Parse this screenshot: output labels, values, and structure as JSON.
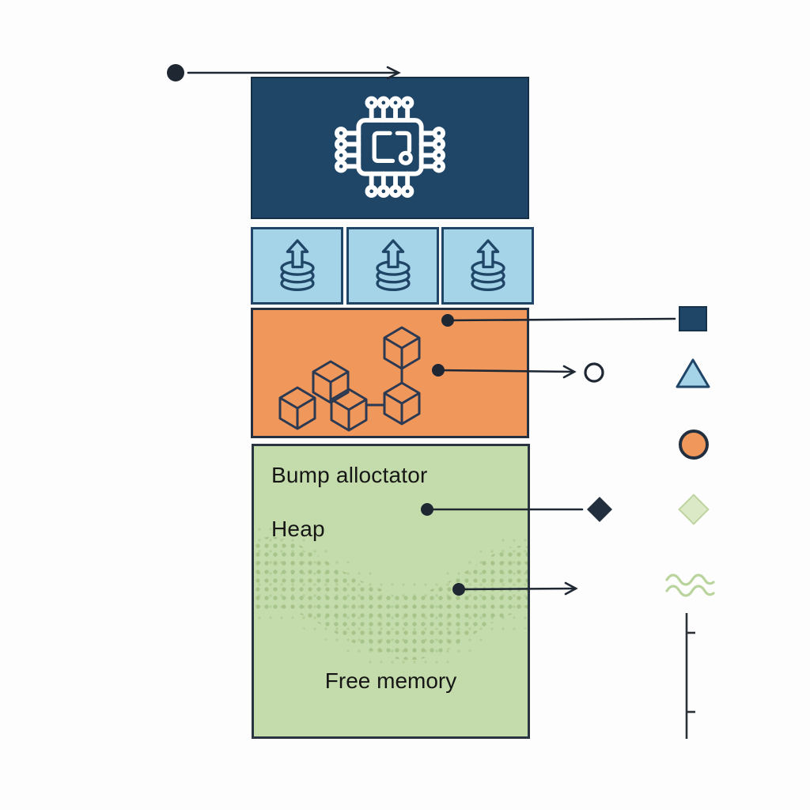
{
  "diagram": {
    "type": "memory-layout-diagram",
    "memory_stack": {
      "cpu_block": {
        "icon": "cpu-chip-icon",
        "color": "#1f4567"
      },
      "cache_blocks": {
        "count": 3,
        "icon": "database-upload-icon",
        "color": "#a5d3e8",
        "border_color": "#1f4567"
      },
      "allocated_block": {
        "icon": "blockchain-cubes-icon",
        "color": "#f0975c",
        "cube_count": 5
      },
      "heap_block": {
        "label_line1": "Bump alloctator",
        "label_line2": "Heap",
        "free_label": "Free memory",
        "color": "#c4dcab",
        "halftone_color": "#90b171"
      }
    },
    "legend": {
      "items": [
        {
          "name": "navy-square",
          "color": "#1f4567"
        },
        {
          "name": "blue-triangle",
          "color": "#a5d3e8"
        },
        {
          "name": "orange-circle",
          "color": "#f0975c"
        },
        {
          "name": "green-diamond",
          "color": "#dbe9c6"
        },
        {
          "name": "green-waves",
          "color": "#b9d49c"
        },
        {
          "name": "scale-line-with-ticks",
          "color": "#2b2f36"
        }
      ]
    },
    "connectors": [
      {
        "from": "top-left-dot",
        "to": "cpu-block-top-edge",
        "style": "arrow"
      },
      {
        "from": "allocated-block",
        "to": "navy-square-legend",
        "style": "line"
      },
      {
        "from": "allocated-block",
        "to": "open-circle-marker",
        "style": "arrow"
      },
      {
        "from": "heap-block",
        "to": "dark-diamond-marker",
        "style": "line"
      },
      {
        "from": "heap-block",
        "to": "green-waves-legend",
        "style": "arrow"
      }
    ],
    "connector_color": "#1f2733"
  }
}
